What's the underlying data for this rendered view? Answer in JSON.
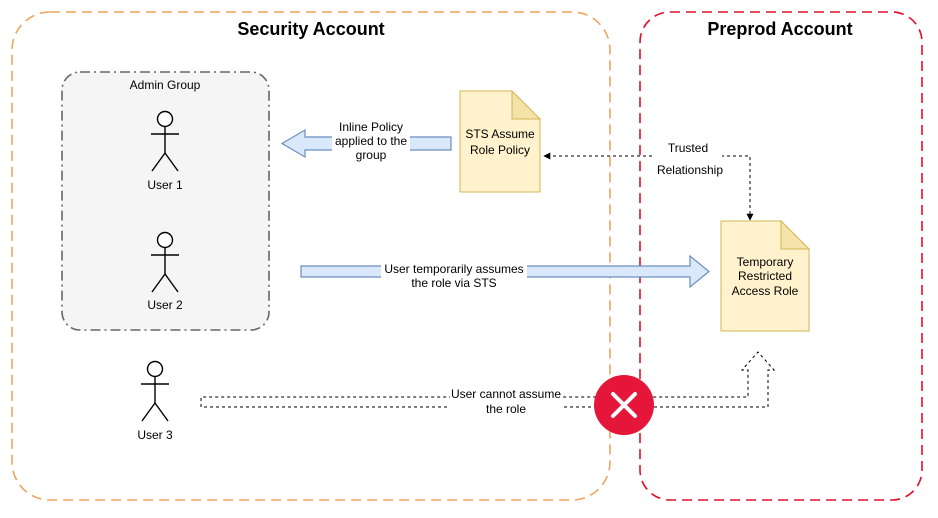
{
  "security_account": {
    "title": "Security Account",
    "border_color": "#f0a35e"
  },
  "preprod_account": {
    "title": "Preprod Account",
    "border_color": "#e0102b"
  },
  "admin_group": {
    "label": "Admin Group",
    "fill": "#f5f5f5",
    "border_color": "#666666"
  },
  "users": {
    "user1": "User 1",
    "user2": "User 2",
    "user3": "User 3"
  },
  "sts_policy": {
    "line1": "STS Assume",
    "line2": "Role Policy"
  },
  "role": {
    "line1": "Temporary",
    "line2": "Restricted",
    "line3": "Access Role"
  },
  "inline_arrow": {
    "line1": "Inline Policy",
    "line2": "applied to the",
    "line3": "group"
  },
  "assume_arrow": {
    "line1": "User temporarily assumes",
    "line2": "the role via STS"
  },
  "trust_edge": {
    "line1": "Trusted",
    "line2": "Relationship"
  },
  "denied_edge": {
    "line1": "User cannot assume",
    "line2": "the role"
  },
  "deny_badge": {
    "icon": "close-icon",
    "color": "#e6163b"
  },
  "colors": {
    "doc_fill": "#fff2cc",
    "doc_stroke": "#d6b656",
    "arrow_fill": "#dae8fc",
    "arrow_stroke": "#6c8ebf"
  }
}
